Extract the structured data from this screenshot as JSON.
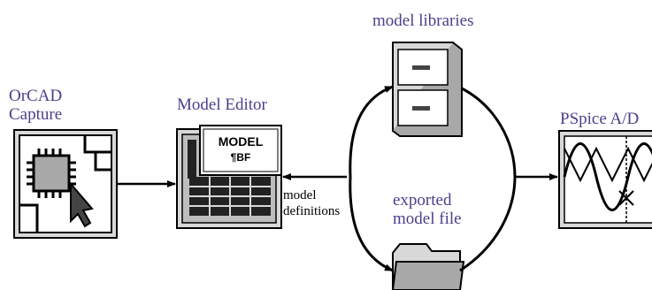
{
  "nodes": {
    "orcad_capture": {
      "line1": "OrCAD",
      "line2": "Capture",
      "icon": "chip-schematic-icon"
    },
    "model_editor": {
      "label": "Model Editor",
      "icon": "model-editor-icon",
      "card_title": "MODEL",
      "card_sub": "¶BF"
    },
    "model_libraries": {
      "label": "model libraries",
      "icon": "file-cabinet-icon"
    },
    "exported_model_file": {
      "line1": "exported",
      "line2": "model file",
      "icon": "folder-icon"
    },
    "pspice": {
      "label": "PSpice A/D",
      "icon": "waveform-display-icon"
    }
  },
  "edges": {
    "model_definitions": {
      "line1": "model",
      "line2": "definitions"
    }
  },
  "colors": {
    "label": "#4a3f8c",
    "text": "#000000",
    "icon_light": "#d8d8d8",
    "icon_mid": "#a8a8a8",
    "icon_dark": "#222222"
  }
}
